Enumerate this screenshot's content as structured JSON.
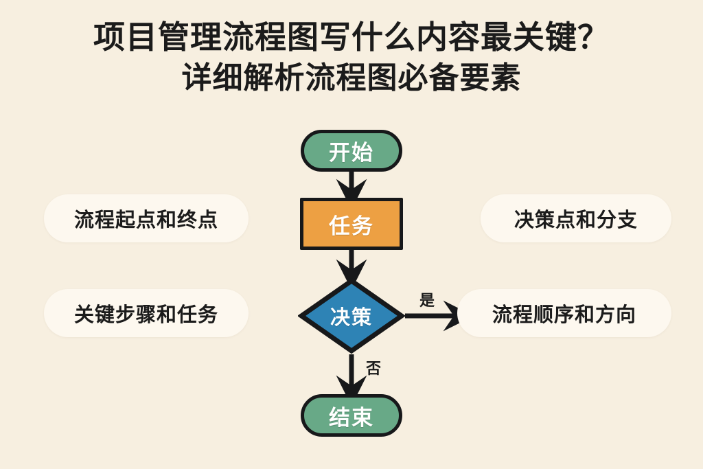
{
  "page": {
    "background_color": "#f7efe0",
    "title_line_1": "项目管理流程图写什么内容最关键？",
    "title_line_2": "详细解析流程图必备要素"
  },
  "flowchart": {
    "nodes": [
      {
        "id": "start",
        "label": "开始",
        "shape": "rounded-pill",
        "fill": "#68a987",
        "stroke": "#17181a",
        "text_color": "#ffffff"
      },
      {
        "id": "task",
        "label": "任务",
        "shape": "rectangle",
        "fill": "#eda043",
        "stroke": "#17181a",
        "text_color": "#ffffff"
      },
      {
        "id": "decision",
        "label": "决策",
        "shape": "diamond",
        "fill": "#2e83b5",
        "stroke": "#17181a",
        "text_color": "#ffffff"
      },
      {
        "id": "end",
        "label": "结束",
        "shape": "rounded-pill",
        "fill": "#68a987",
        "stroke": "#17181a",
        "text_color": "#ffffff"
      }
    ],
    "edges": [
      {
        "from": "start",
        "to": "task",
        "label": ""
      },
      {
        "from": "task",
        "to": "decision",
        "label": ""
      },
      {
        "from": "decision",
        "to": "right",
        "label": "是"
      },
      {
        "from": "decision",
        "to": "end",
        "label": "否"
      }
    ],
    "branch_yes_label": "是",
    "branch_no_label": "否"
  },
  "annotations": {
    "left": [
      {
        "text": "流程起点和终点"
      },
      {
        "text": "关键步骤和任务"
      }
    ],
    "right": [
      {
        "text": "决策点和分支"
      },
      {
        "text": "流程顺序和方向"
      }
    ]
  }
}
